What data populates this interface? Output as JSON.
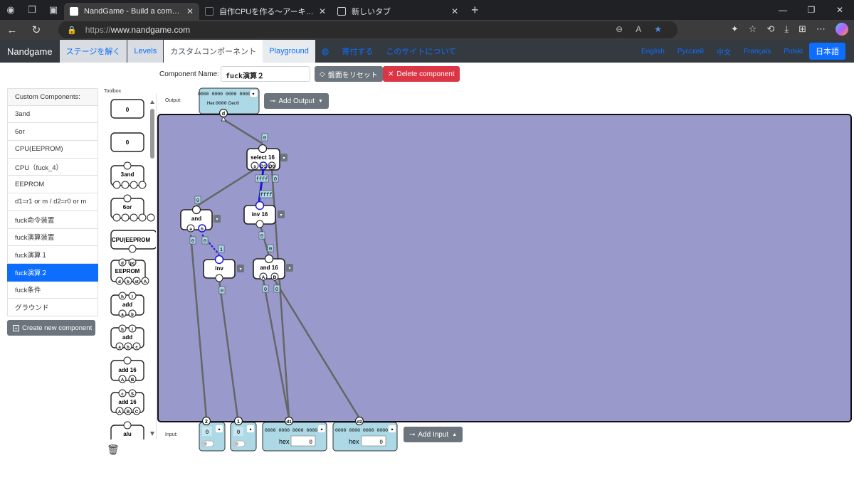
{
  "browser": {
    "tabs": [
      {
        "title": "NandGame - Build a computer fr",
        "active": true
      },
      {
        "title": "自作CPUを作る〜アーキテクチャ編〜",
        "active": false
      },
      {
        "title": "新しいタブ",
        "active": false
      }
    ],
    "url_scheme": "https://",
    "url_host": "www.nandgame.com"
  },
  "navbar": {
    "brand": "Nandgame",
    "links": [
      "ステージを解く",
      "Levels",
      "カスタムコンポーネント",
      "Playground",
      "寄付する",
      "このサイトについて"
    ],
    "languages": [
      "English",
      "Русский",
      "中文",
      "Français",
      "Polski",
      "日本語"
    ]
  },
  "component_bar": {
    "label": "Component Name:",
    "name_value": "fuck演算２",
    "reset_label": "盤面をリセット",
    "delete_label": "Delete component"
  },
  "sidebar": {
    "header": "Custom Components:",
    "items": [
      "3and",
      "6or",
      "CPU(EEPROM)",
      "CPU（fuck_4）",
      "EEPROM",
      "d1=r1 or m / d2=r0 or m",
      "fuck命令装置",
      "fuck演算装置",
      "fuck演算１",
      "fuck演算２",
      "fuck条件",
      "グラウンド"
    ],
    "selected": "fuck演算２",
    "new_label": "Create new component"
  },
  "toolbox": {
    "label": "Toolbox",
    "items": [
      {
        "name": "0"
      },
      {
        "name": "0"
      },
      {
        "name": "3and"
      },
      {
        "name": "6or"
      },
      {
        "name": "CPU(EEPROM"
      },
      {
        "name": "EEPROM",
        "pins_top": [
          "d",
          "pc"
        ],
        "pins_bottom": [
          "d",
          "b",
          "st",
          "A"
        ]
      },
      {
        "name": "add",
        "pins_top": [
          "h",
          "l"
        ],
        "pins_bottom": [
          "a",
          "b"
        ]
      },
      {
        "name": "add",
        "pins_top": [
          "h",
          "l"
        ],
        "pins_bottom": [
          "a",
          "b",
          "c"
        ]
      },
      {
        "name": "add 16",
        "pins_bottom": [
          "A",
          "B"
        ]
      },
      {
        "name": "add 16",
        "pins_top": [
          "c",
          "S"
        ],
        "pins_bottom": [
          "A",
          "B",
          "C"
        ]
      },
      {
        "name": "alu"
      }
    ]
  },
  "canvas": {
    "output_label": "Output:",
    "input_label": "Input:",
    "add_output_label": "Add Output",
    "add_input_label": "Add Input",
    "output_node": {
      "bits": "0000 0000 0000 0000",
      "hex_label": "Hex",
      "hex_value": "0000",
      "dec_label": "Dec",
      "dec_value": "0",
      "pin": "d"
    },
    "components": [
      {
        "name": "select 16",
        "pins": [
          "s",
          "D1",
          "D0"
        ]
      },
      {
        "name": "and",
        "pins": [
          "a",
          "b"
        ]
      },
      {
        "name": "inv 16",
        "pins": []
      },
      {
        "name": "inv",
        "pins": []
      },
      {
        "name": "and 16",
        "pins": [
          "A",
          "B"
        ]
      }
    ],
    "wire_labels": [
      "0",
      "0",
      "0",
      "ffff",
      "ffff",
      "0",
      "0",
      "0",
      "1",
      "0",
      "0",
      "0",
      "0",
      "0",
      "0"
    ],
    "inputs": [
      {
        "pin": "2",
        "value": "0"
      },
      {
        "pin": "1",
        "value": "0"
      },
      {
        "pin": "d1",
        "bits": "0000 0000 0000 0000",
        "hex_label": "hex",
        "hex_value": "0"
      },
      {
        "pin": "d2",
        "bits": "0000 0000 0000 0000",
        "hex_label": "hex",
        "hex_value": "0"
      }
    ]
  },
  "colors": {
    "canvas_bg": "#9999cc",
    "component_bg": "#ffffff",
    "io_bg": "#add8e6",
    "wire": "#666666",
    "active_wire": "#0000cc",
    "brand_blue": "#0d6efd",
    "danger": "#dc3545"
  }
}
